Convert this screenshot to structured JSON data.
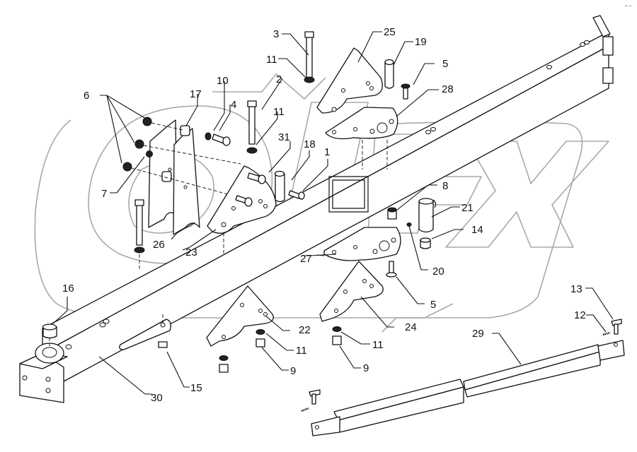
{
  "diagram": {
    "type": "exploded-parts-view",
    "watermark": "OPEX",
    "corner_mark": "↗ —",
    "callouts": [
      {
        "id": "c1",
        "text": "1"
      },
      {
        "id": "c2",
        "text": "2"
      },
      {
        "id": "c3",
        "text": "3"
      },
      {
        "id": "c4",
        "text": "4"
      },
      {
        "id": "c5a",
        "text": "5"
      },
      {
        "id": "c5b",
        "text": "5"
      },
      {
        "id": "c6",
        "text": "6"
      },
      {
        "id": "c7",
        "text": "7"
      },
      {
        "id": "c8",
        "text": "8"
      },
      {
        "id": "c9a",
        "text": "9"
      },
      {
        "id": "c9b",
        "text": "9"
      },
      {
        "id": "c10",
        "text": "10"
      },
      {
        "id": "c11a",
        "text": "11"
      },
      {
        "id": "c11b",
        "text": "11"
      },
      {
        "id": "c11c",
        "text": "11"
      },
      {
        "id": "c11d",
        "text": "11"
      },
      {
        "id": "c12",
        "text": "12"
      },
      {
        "id": "c13",
        "text": "13"
      },
      {
        "id": "c14",
        "text": "14"
      },
      {
        "id": "c15",
        "text": "15"
      },
      {
        "id": "c16",
        "text": "16"
      },
      {
        "id": "c17",
        "text": "17"
      },
      {
        "id": "c18",
        "text": "18"
      },
      {
        "id": "c19",
        "text": "19"
      },
      {
        "id": "c20",
        "text": "20"
      },
      {
        "id": "c21",
        "text": "21"
      },
      {
        "id": "c22",
        "text": "22"
      },
      {
        "id": "c23",
        "text": "23"
      },
      {
        "id": "c24",
        "text": "24"
      },
      {
        "id": "c25",
        "text": "25"
      },
      {
        "id": "c26",
        "text": "26"
      },
      {
        "id": "c27",
        "text": "27"
      },
      {
        "id": "c28",
        "text": "28"
      },
      {
        "id": "c29",
        "text": "29"
      },
      {
        "id": "c30",
        "text": "30"
      },
      {
        "id": "c31",
        "text": "31"
      }
    ]
  }
}
